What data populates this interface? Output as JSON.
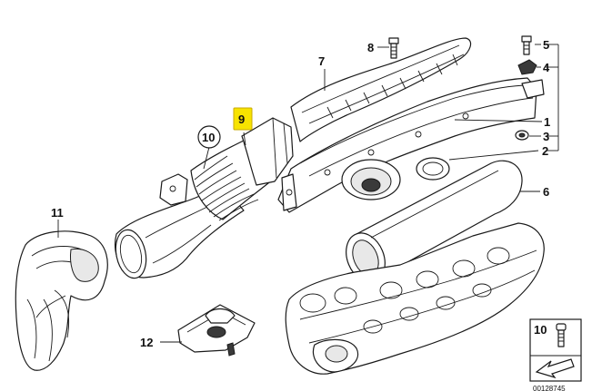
{
  "callouts": {
    "c1": "1",
    "c2": "2",
    "c3": "3",
    "c4": "4",
    "c5": "5",
    "c6": "6",
    "c7": "7",
    "c8": "8",
    "c9": "9",
    "c10": "10",
    "c11": "11",
    "c12": "12"
  },
  "legend": {
    "number": "10",
    "code": "00128745"
  },
  "colors": {
    "highlight": "#f7e300",
    "line": "#1a1a1a"
  }
}
